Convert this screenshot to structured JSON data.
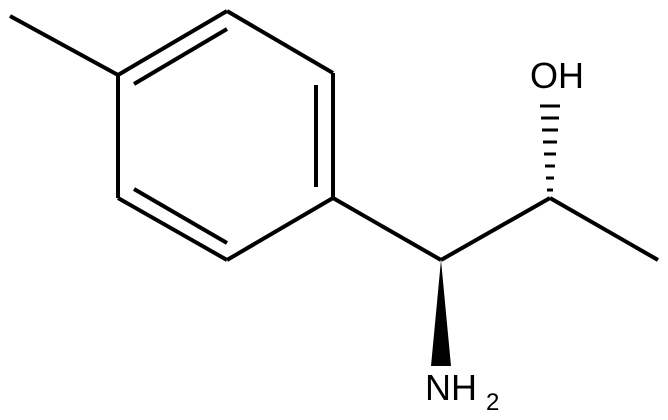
{
  "molecule": {
    "labels": {
      "hydroxyl": "OH",
      "amine_main": "NH",
      "amine_subscript": "2"
    },
    "colors": {
      "bond": "#000000",
      "background": "#ffffff"
    }
  }
}
